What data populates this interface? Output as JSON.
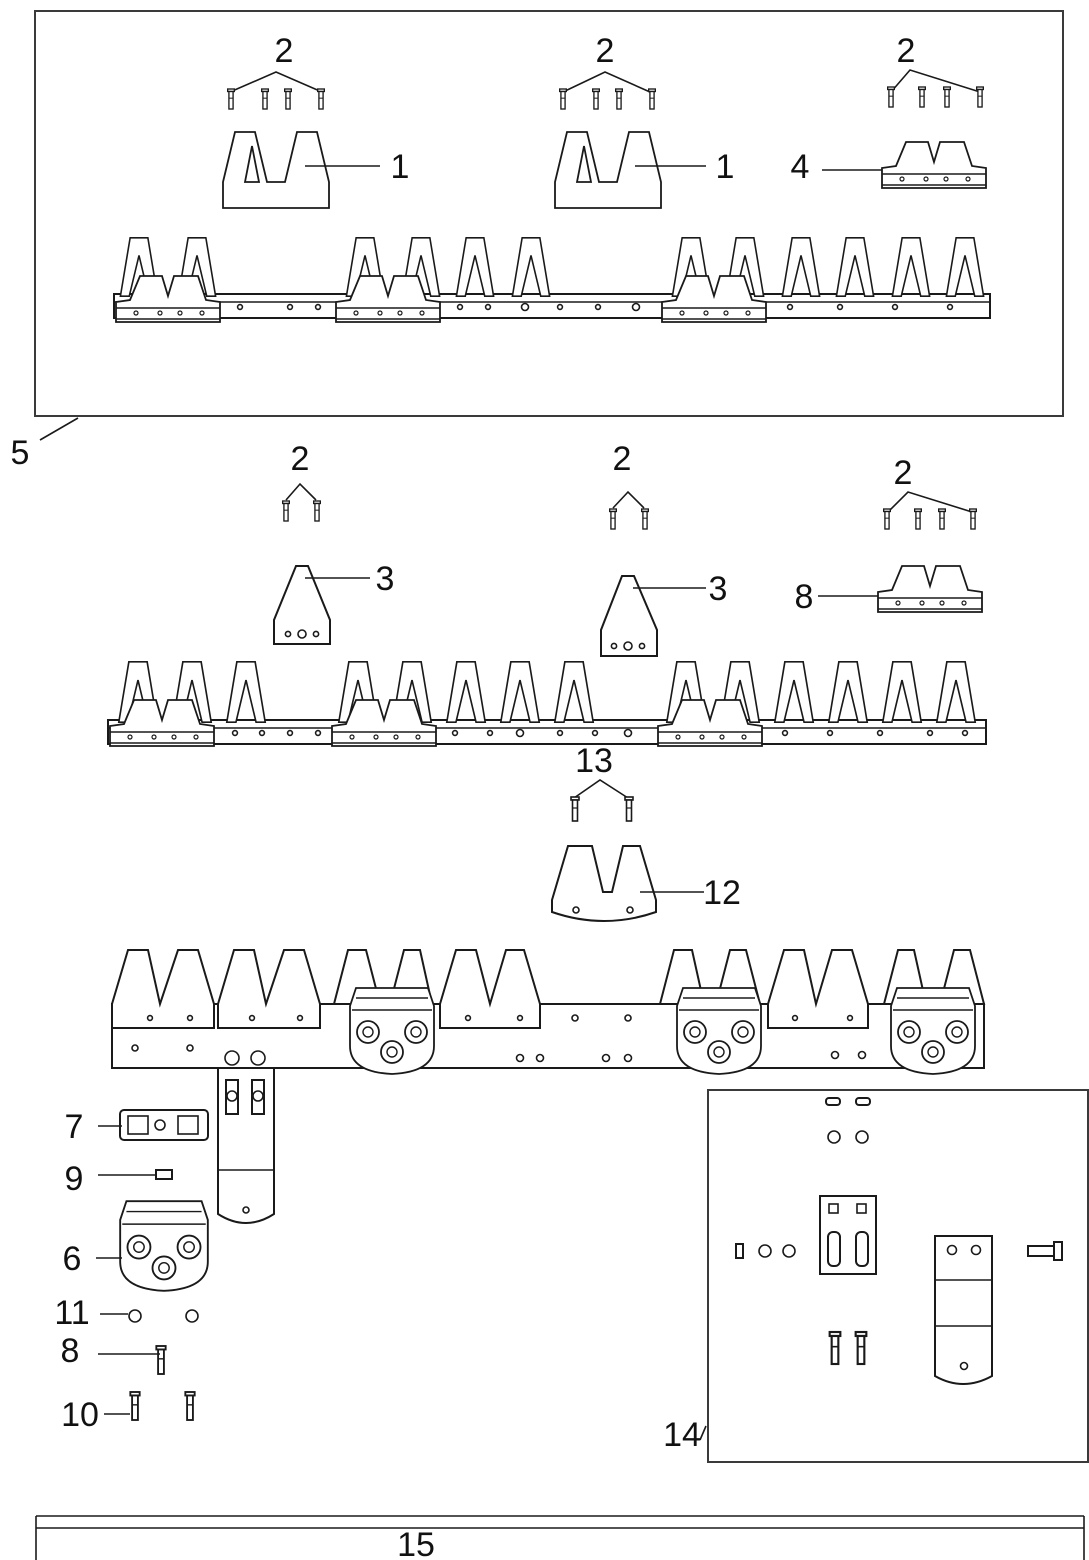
{
  "callouts": {
    "c1a": "1",
    "c1b": "1",
    "c2a": "2",
    "c2b": "2",
    "c2c": "2",
    "c2d": "2",
    "c2e": "2",
    "c2f": "2",
    "c3a": "3",
    "c3b": "3",
    "c4": "4",
    "c5": "5",
    "c6": "6",
    "c7": "7",
    "c8a": "8",
    "c8b": "8",
    "c9": "9",
    "c10": "10",
    "c11": "11",
    "c12": "12",
    "c13": "13",
    "c14": "14",
    "c15": "15"
  },
  "colors": {
    "line": "#1a1a1a",
    "frame": "#3a3a3a",
    "background": "#ffffff"
  }
}
